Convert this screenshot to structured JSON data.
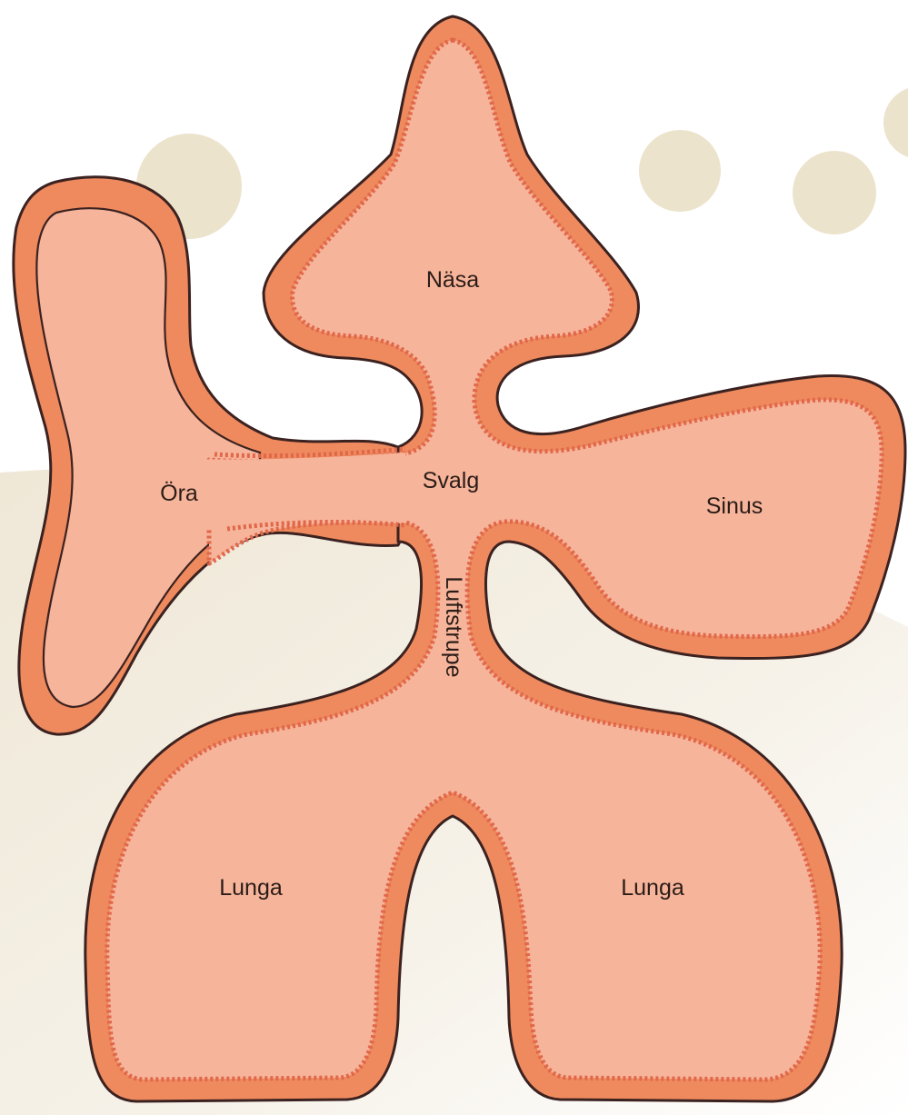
{
  "labels": {
    "nasa": "Näsa",
    "svalg": "Svalg",
    "ora": "Öra",
    "sinus": "Sinus",
    "luftstrupe": "Luftstrupe",
    "lunga_left": "Lunga",
    "lunga_right": "Lunga"
  },
  "colors": {
    "background": "#ffffff",
    "backdrop_panel": "#f3efe4",
    "backdrop_dots": "#ece3cc",
    "outline": "#3b2220",
    "wall": "#ef8a5e",
    "lining_dark": "#e0674a",
    "interior": "#f6b49a"
  }
}
